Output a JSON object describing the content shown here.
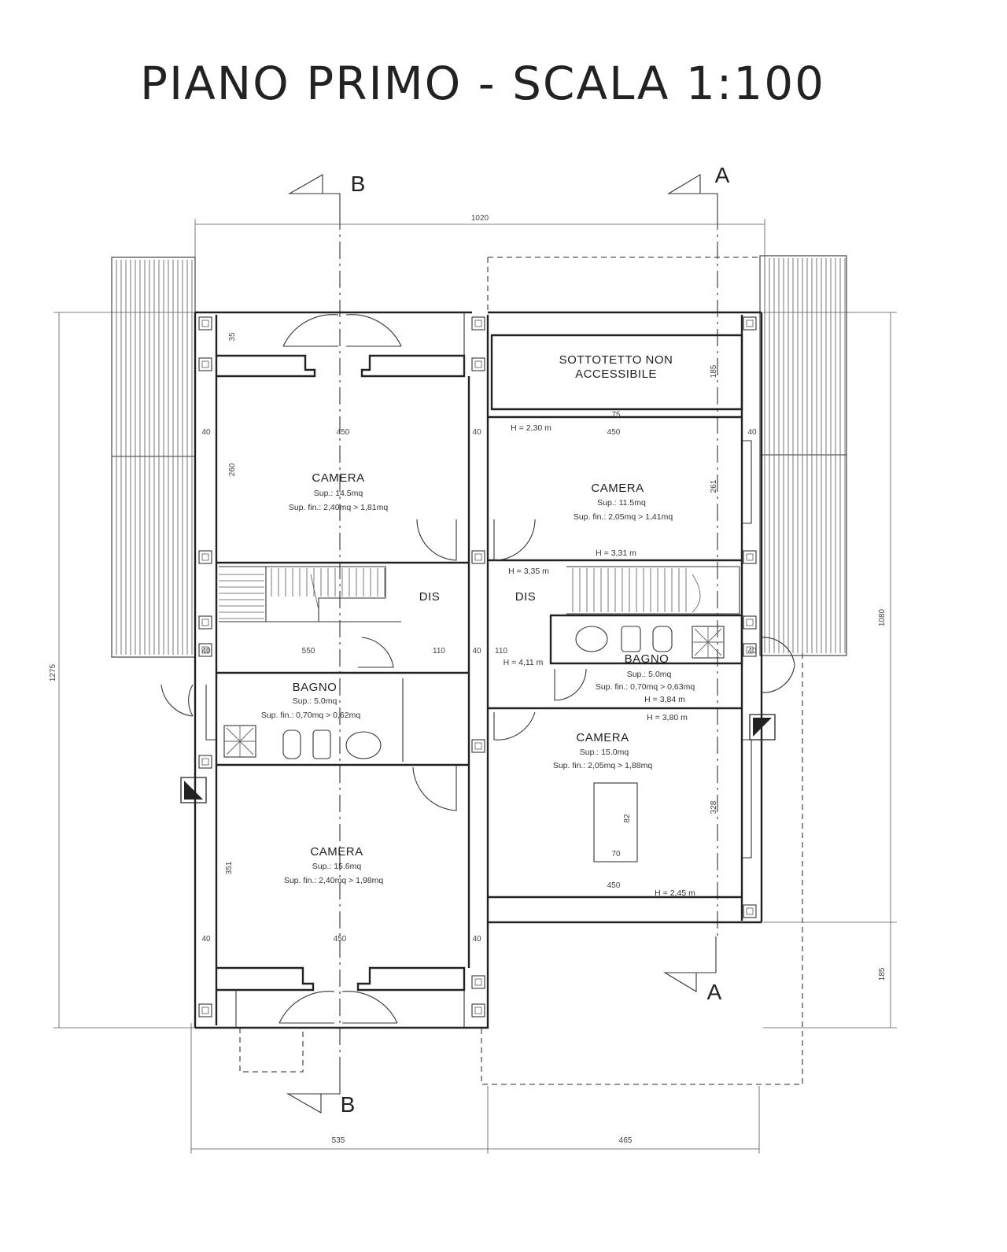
{
  "title": "PIANO PRIMO - SCALA 1:100",
  "sections": {
    "b": "B",
    "a": "A"
  },
  "dimensions": {
    "overall_width": "1020",
    "overall_height": "1275",
    "right_height": "1080",
    "right_lower": "185",
    "bottom_left": "535",
    "bottom_right": "465",
    "wall_40": "40",
    "w450_a": "450",
    "w450_b": "450",
    "w450_c": "450",
    "w450_d": "450",
    "h260": "260",
    "h261": "261",
    "h351": "351",
    "h328": "328",
    "h110_a": "110",
    "h110_b": "110",
    "h550": "550",
    "h185_small": "185",
    "w75": "75",
    "w70": "70",
    "w35": "35",
    "w82": "82"
  },
  "rooms": {
    "sottotetto": {
      "line1": "SOTTOTETTO NON",
      "line2": "ACCESSIBILE"
    },
    "camera_nw": {
      "name": "CAMERA",
      "sup": "Sup.: 14.5mq",
      "fin": "Sup. fin.: 2,40mq > 1,81mq"
    },
    "camera_ne": {
      "name": "CAMERA",
      "sup": "Sup.: 11.5mq",
      "fin": "Sup. fin.: 2,05mq > 1,41mq",
      "h_top": "H = 2,30 m",
      "h_bottom": "H = 3,31 m"
    },
    "dis_w": {
      "name": "DIS"
    },
    "dis_e": {
      "name": "DIS",
      "h": "H = 3,35 m"
    },
    "bagno_w": {
      "name": "BAGNO",
      "sup": "Sup.: 5.0mq",
      "fin": "Sup. fin.: 0,70mq > 0,62mq"
    },
    "bagno_e": {
      "name": "BAGNO",
      "sup": "Sup.: 5.0mq",
      "fin": "Sup. fin.: 0,70mq > 0,63mq",
      "h1": "H = 3,84 m",
      "h2": "H = 3,80 m",
      "h3": "H = 4,11 m"
    },
    "camera_sw": {
      "name": "CAMERA",
      "sup": "Sup.: 15.6mq",
      "fin": "Sup. fin.: 2,40mq > 1,98mq"
    },
    "camera_se": {
      "name": "CAMERA",
      "sup": "Sup.: 15.0mq",
      "fin": "Sup. fin.: 2,05mq > 1,88mq",
      "h": "H = 2,45 m"
    }
  }
}
